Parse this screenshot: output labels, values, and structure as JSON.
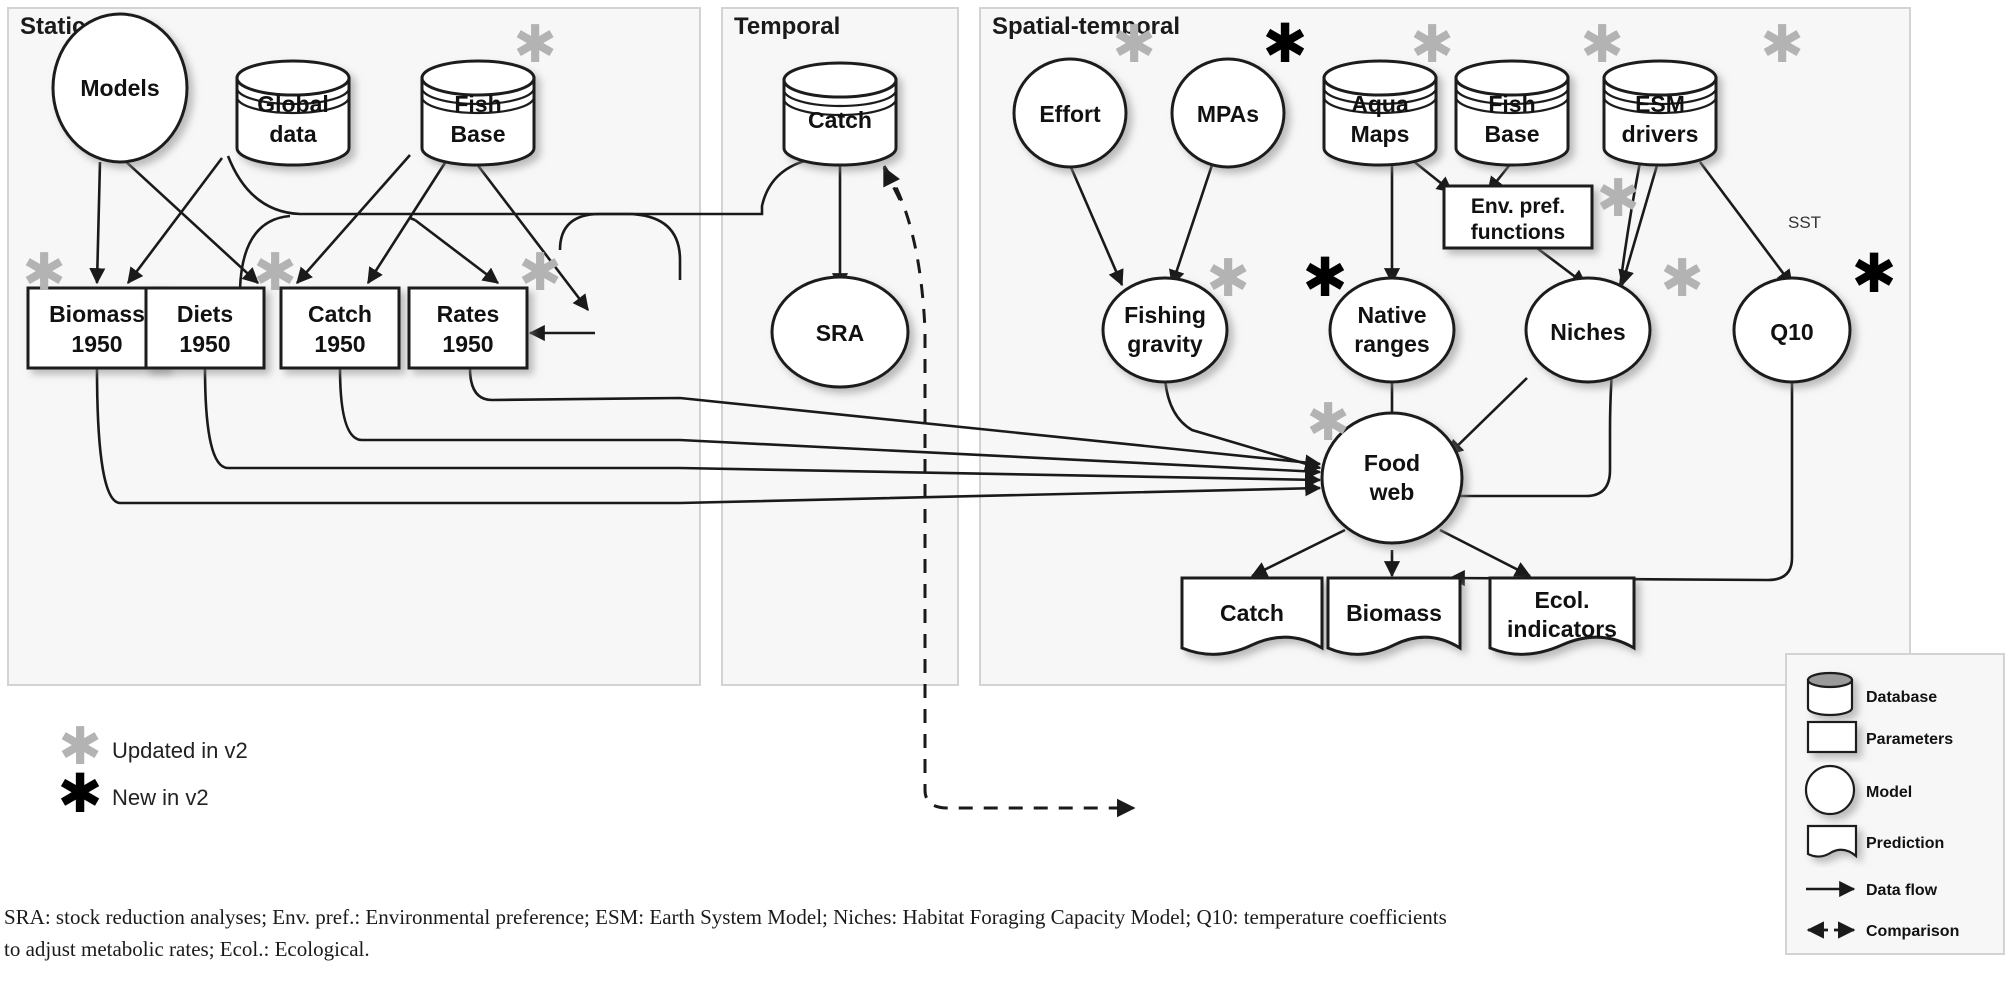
{
  "panels": [
    {
      "id": "static",
      "title": "Static"
    },
    {
      "id": "temporal",
      "title": "Temporal"
    },
    {
      "id": "spatial_temporal",
      "title": "Spatial-temporal"
    }
  ],
  "nodes": {
    "models": {
      "label": "Models",
      "shape": "model",
      "marker": "none"
    },
    "global_data": {
      "label_line1": "Global",
      "label_line2": "data",
      "shape": "database",
      "marker": "none"
    },
    "fish_base_static": {
      "label_line1": "Fish",
      "label_line2": "Base",
      "shape": "database",
      "marker": "updated"
    },
    "biomass_1950": {
      "label_line1": "Biomass",
      "label_line2": "1950",
      "shape": "parameters",
      "marker": "updated"
    },
    "diets_1950": {
      "label_line1": "Diets",
      "label_line2": "1950",
      "shape": "parameters",
      "marker": "updated"
    },
    "catch_1950": {
      "label_line1": "Catch",
      "label_line2": "1950",
      "shape": "parameters",
      "marker": "none"
    },
    "rates_1950": {
      "label_line1": "Rates",
      "label_line2": "1950",
      "shape": "parameters",
      "marker": "updated"
    },
    "catch_db": {
      "label": "Catch",
      "shape": "database",
      "marker": "none"
    },
    "sra": {
      "label": "SRA",
      "shape": "model",
      "marker": "none"
    },
    "effort": {
      "label": "Effort",
      "shape": "model",
      "marker": "updated"
    },
    "mpas": {
      "label": "MPAs",
      "shape": "model",
      "marker": "new"
    },
    "aqua_maps": {
      "label_line1": "Aqua",
      "label_line2": "Maps",
      "shape": "database",
      "marker": "updated"
    },
    "fish_base_spatial": {
      "label_line1": "Fish",
      "label_line2": "Base",
      "shape": "database",
      "marker": "updated"
    },
    "esm_drivers": {
      "label_line1": "ESM",
      "label_line2": "drivers",
      "shape": "database",
      "marker": "updated"
    },
    "env_pref_functions": {
      "label_line1": "Env. pref.",
      "label_line2": "functions",
      "shape": "parameters",
      "marker": "updated"
    },
    "fishing_gravity": {
      "label_line1": "Fishing",
      "label_line2": "gravity",
      "shape": "model",
      "marker": "updated"
    },
    "native_ranges": {
      "label_line1": "Native",
      "label_line2": "ranges",
      "shape": "model",
      "marker": "new"
    },
    "niches": {
      "label": "Niches",
      "shape": "model",
      "marker": "updated"
    },
    "q10": {
      "label": "Q10",
      "shape": "model",
      "marker": "new"
    },
    "food_web": {
      "label_line1": "Food",
      "label_line2": "web",
      "shape": "model",
      "marker": "updated"
    },
    "catch_pred": {
      "label": "Catch",
      "shape": "prediction",
      "marker": "none"
    },
    "biomass_pred": {
      "label": "Biomass",
      "shape": "prediction",
      "marker": "none"
    },
    "ecol_indicators": {
      "label_line1": "Ecol.",
      "label_line2": "indicators",
      "shape": "prediction",
      "marker": "none"
    }
  },
  "edge_labels": {
    "sst": "SST"
  },
  "key": {
    "updated": "Updated in v2",
    "new": "New in v2"
  },
  "legend": {
    "items": [
      {
        "icon": "database-icon",
        "label": "Database"
      },
      {
        "icon": "parameters-icon",
        "label": "Parameters"
      },
      {
        "icon": "model-icon",
        "label": "Model"
      },
      {
        "icon": "prediction-icon",
        "label": "Prediction"
      },
      {
        "icon": "solid-arrow-icon",
        "label": "Data flow"
      },
      {
        "icon": "dashed-double-arrow-icon",
        "label": "Comparison"
      }
    ]
  },
  "caption": {
    "line1": "SRA: stock reduction analyses; Env. pref.: Environmental  preference; ESM: Earth System Model; Niches: Habitat Foraging Capacity Model; Q10: temperature coefficients",
    "line2": "to adjust metabolic rates; Ecol.: Ecological."
  },
  "colors": {
    "panel_fill": "#f7f7f7",
    "panel_stroke": "#d3d3d3",
    "shape_stroke": "#1a1a1a",
    "asterisk_updated": "#b3b3b3",
    "asterisk_new": "#000000"
  }
}
